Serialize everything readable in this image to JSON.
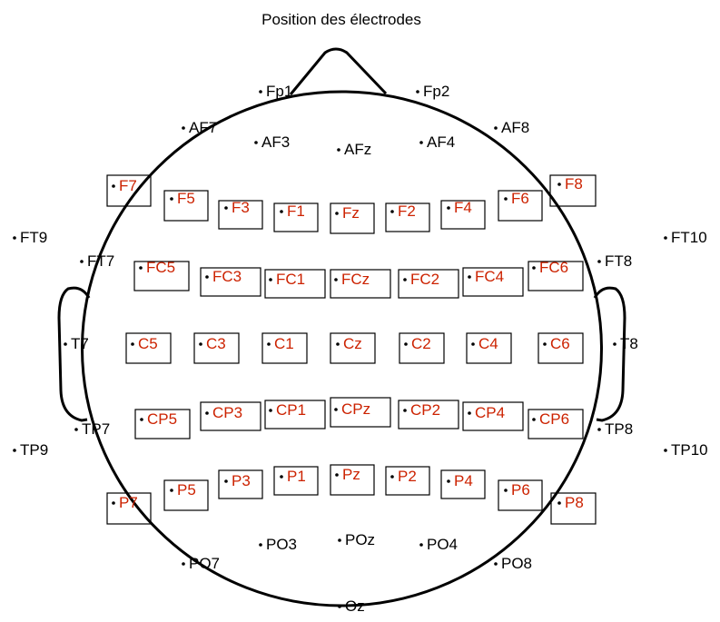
{
  "title": "Position des électrodes",
  "colors": {
    "selected": "#cc2200",
    "normal": "#000000",
    "outline": "#000000"
  },
  "electrodes": [
    {
      "label": "Fp1",
      "selected": false
    },
    {
      "label": "Fp2",
      "selected": false
    },
    {
      "label": "AF7",
      "selected": false
    },
    {
      "label": "AF8",
      "selected": false
    },
    {
      "label": "AF3",
      "selected": false
    },
    {
      "label": "AFz",
      "selected": false
    },
    {
      "label": "AF4",
      "selected": false
    },
    {
      "label": "F7",
      "selected": true
    },
    {
      "label": "F5",
      "selected": true
    },
    {
      "label": "F3",
      "selected": true
    },
    {
      "label": "F1",
      "selected": true
    },
    {
      "label": "Fz",
      "selected": true
    },
    {
      "label": "F2",
      "selected": true
    },
    {
      "label": "F4",
      "selected": true
    },
    {
      "label": "F6",
      "selected": true
    },
    {
      "label": "F8",
      "selected": true
    },
    {
      "label": "FT9",
      "selected": false
    },
    {
      "label": "FT10",
      "selected": false
    },
    {
      "label": "FT7",
      "selected": false
    },
    {
      "label": "FT8",
      "selected": false
    },
    {
      "label": "FC5",
      "selected": true
    },
    {
      "label": "FC3",
      "selected": true
    },
    {
      "label": "FC1",
      "selected": true
    },
    {
      "label": "FCz",
      "selected": true
    },
    {
      "label": "FC2",
      "selected": true
    },
    {
      "label": "FC4",
      "selected": true
    },
    {
      "label": "FC6",
      "selected": true
    },
    {
      "label": "T7",
      "selected": false
    },
    {
      "label": "T8",
      "selected": false
    },
    {
      "label": "C5",
      "selected": true
    },
    {
      "label": "C3",
      "selected": true
    },
    {
      "label": "C1",
      "selected": true
    },
    {
      "label": "Cz",
      "selected": true
    },
    {
      "label": "C2",
      "selected": true
    },
    {
      "label": "C4",
      "selected": true
    },
    {
      "label": "C6",
      "selected": true
    },
    {
      "label": "TP7",
      "selected": false
    },
    {
      "label": "TP8",
      "selected": false
    },
    {
      "label": "TP9",
      "selected": false
    },
    {
      "label": "TP10",
      "selected": false
    },
    {
      "label": "CP5",
      "selected": true
    },
    {
      "label": "CP3",
      "selected": true
    },
    {
      "label": "CP1",
      "selected": true
    },
    {
      "label": "CPz",
      "selected": true
    },
    {
      "label": "CP2",
      "selected": true
    },
    {
      "label": "CP4",
      "selected": true
    },
    {
      "label": "CP6",
      "selected": true
    },
    {
      "label": "P7",
      "selected": true
    },
    {
      "label": "P5",
      "selected": true
    },
    {
      "label": "P3",
      "selected": true
    },
    {
      "label": "P1",
      "selected": true
    },
    {
      "label": "Pz",
      "selected": true
    },
    {
      "label": "P2",
      "selected": true
    },
    {
      "label": "P4",
      "selected": true
    },
    {
      "label": "P6",
      "selected": true
    },
    {
      "label": "P8",
      "selected": true
    },
    {
      "label": "PO7",
      "selected": false
    },
    {
      "label": "PO8",
      "selected": false
    },
    {
      "label": "PO3",
      "selected": false
    },
    {
      "label": "POz",
      "selected": false
    },
    {
      "label": "PO4",
      "selected": false
    },
    {
      "label": "Oz",
      "selected": false
    }
  ]
}
